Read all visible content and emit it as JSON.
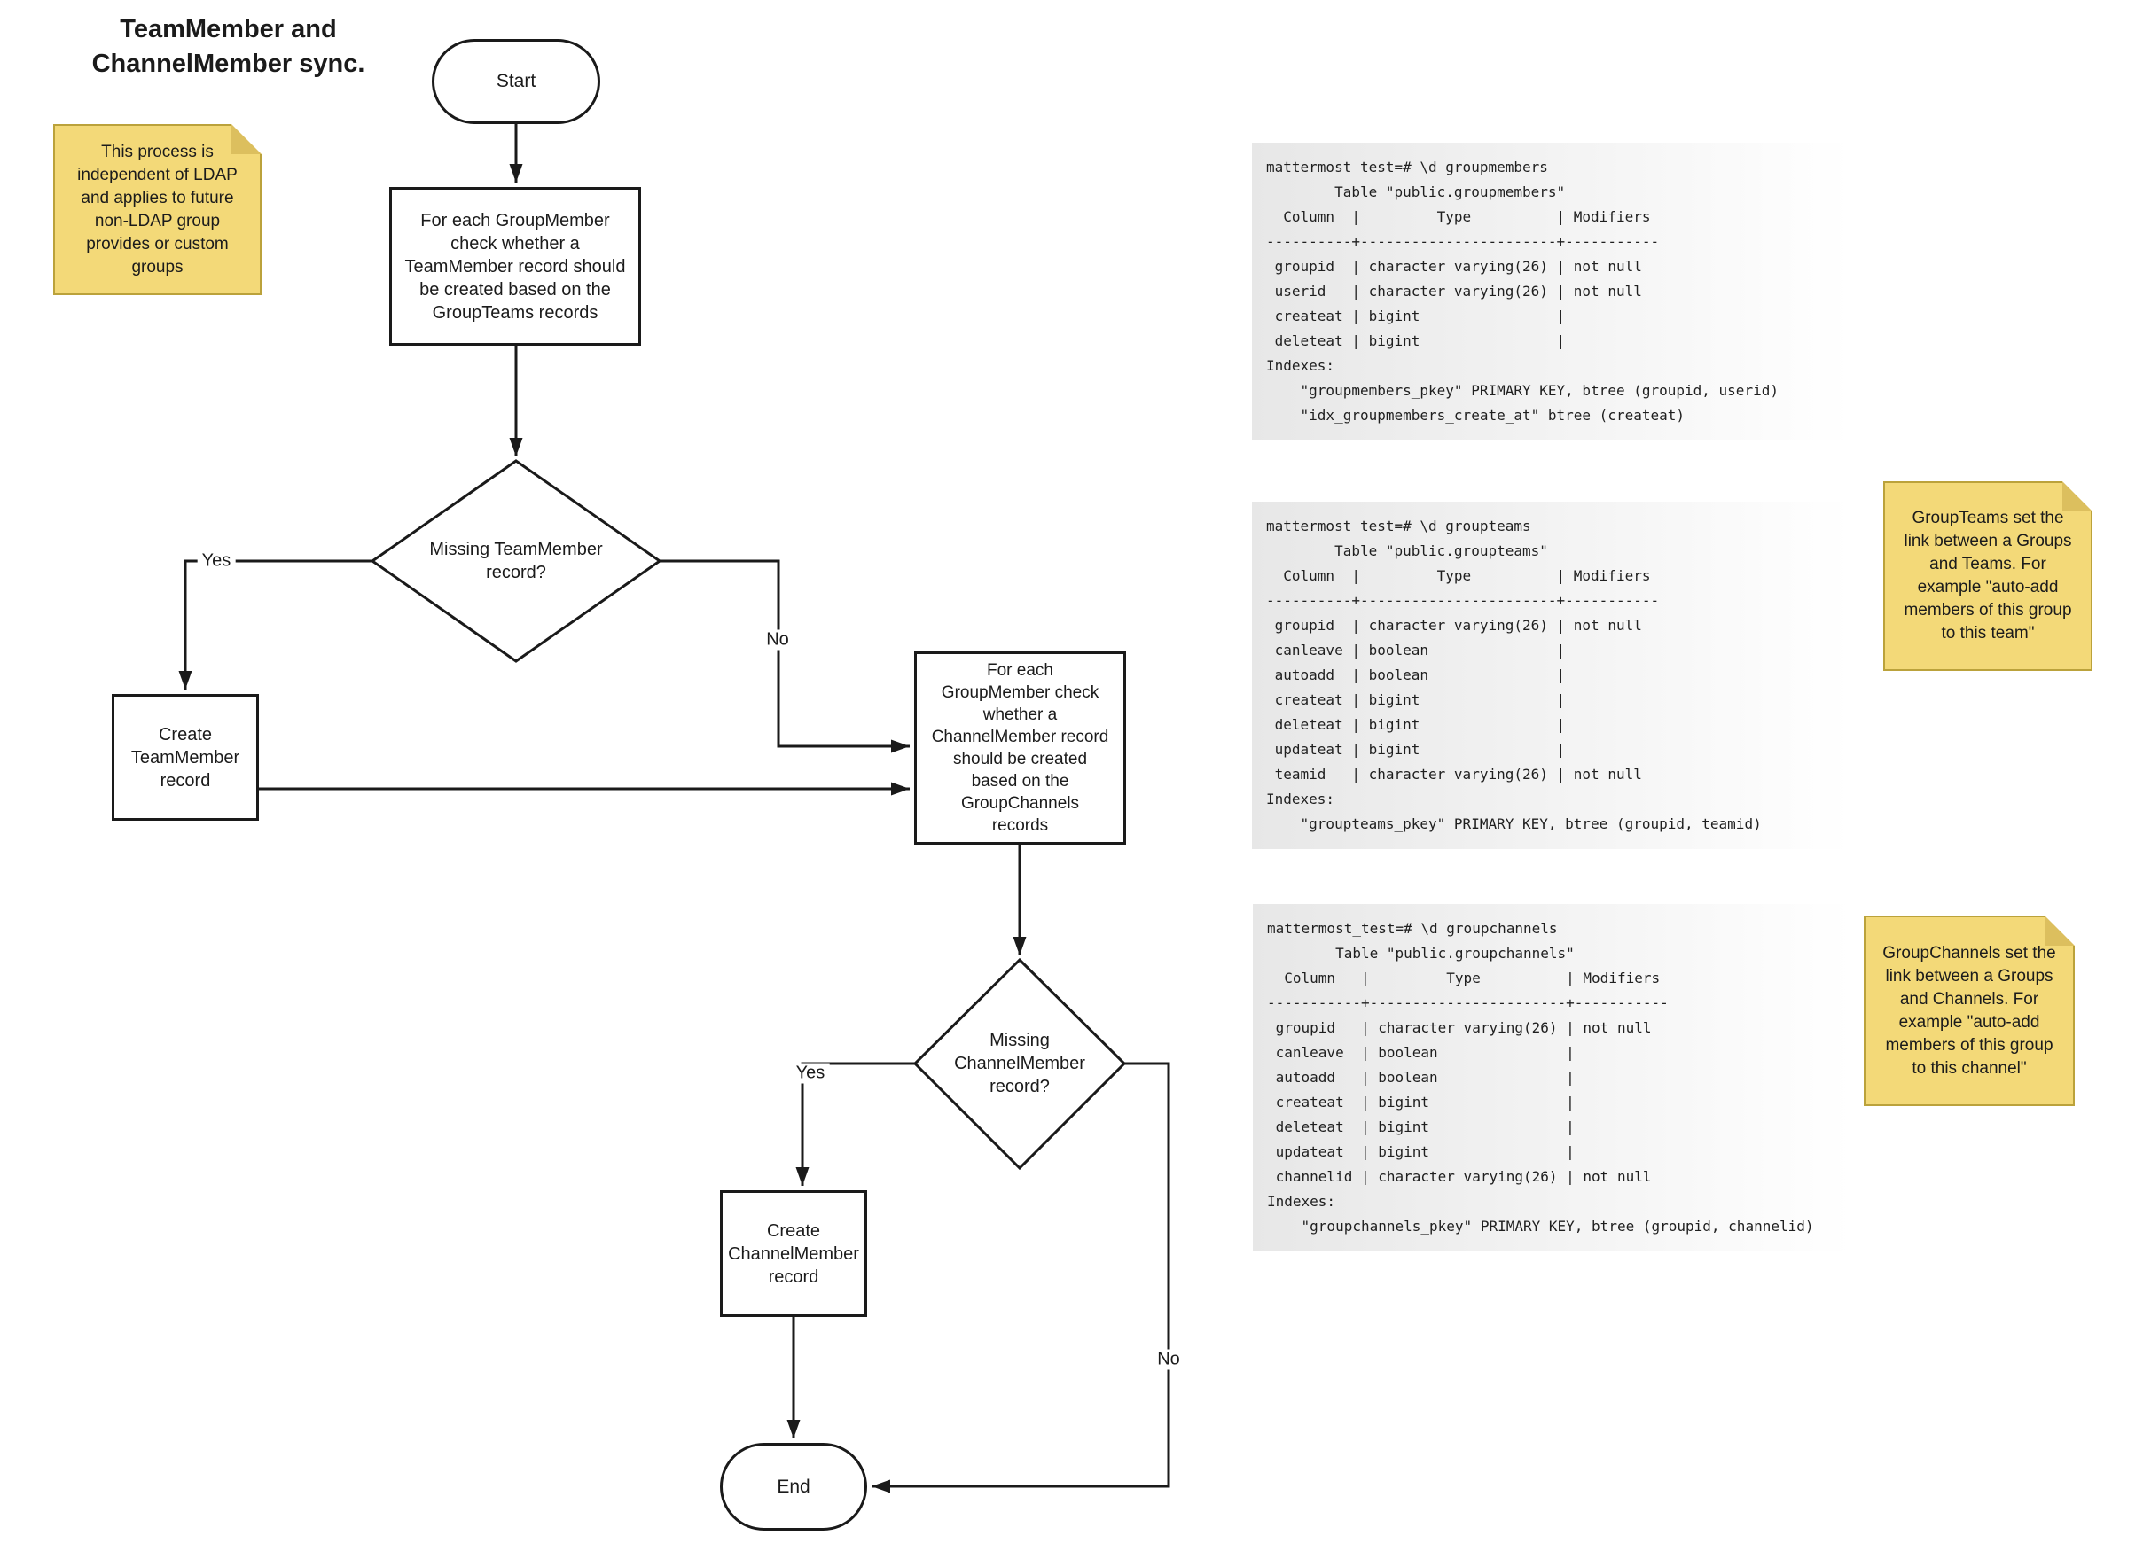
{
  "title": "TeamMember and\nChannelMember sync.",
  "flowchart": {
    "start": "Start",
    "process1": "For each GroupMember\ncheck whether a\nTeamMember record should\nbe created based on the\nGroupTeams records",
    "decision1": "Missing TeamMember\nrecord?",
    "create_teammember": "Create\nTeamMember\nrecord",
    "process2": "For each\nGroupMember check\nwhether a\nChannelMember record\nshould be created\nbased on the\nGroupChannels\nrecords",
    "decision2": "Missing\nChannelMember\nrecord?",
    "create_channelmember": "Create\nChannelMember\nrecord",
    "end": "End",
    "labels": {
      "yes1": "Yes",
      "no1": "No",
      "yes2": "Yes",
      "no2": "No"
    }
  },
  "notes": {
    "ldap": "This process is\nindependent of LDAP\nand applies to future\nnon-LDAP group\nprovides or custom\ngroups",
    "groupteams": "GroupTeams set the\nlink between a Groups\nand Teams. For\nexample \"auto-add\nmembers of this group\nto this team\"",
    "groupchannels": "GroupChannels set the\nlink between a Groups\nand Channels. For\nexample \"auto-add\nmembers of this group\nto this channel\""
  },
  "code_blocks": {
    "groupmembers": "mattermost_test=# \\d groupmembers\n        Table \"public.groupmembers\"\n  Column  |         Type          | Modifiers\n----------+-----------------------+-----------\n groupid  | character varying(26) | not null\n userid   | character varying(26) | not null\n createat | bigint                |\n deleteat | bigint                |\nIndexes:\n    \"groupmembers_pkey\" PRIMARY KEY, btree (groupid, userid)\n    \"idx_groupmembers_create_at\" btree (createat)",
    "groupteams": "mattermost_test=# \\d groupteams\n        Table \"public.groupteams\"\n  Column  |         Type          | Modifiers\n----------+-----------------------+-----------\n groupid  | character varying(26) | not null\n canleave | boolean               |\n autoadd  | boolean               |\n createat | bigint                |\n deleteat | bigint                |\n updateat | bigint                |\n teamid   | character varying(26) | not null\nIndexes:\n    \"groupteams_pkey\" PRIMARY KEY, btree (groupid, teamid)",
    "groupchannels": "mattermost_test=# \\d groupchannels\n        Table \"public.groupchannels\"\n  Column   |         Type          | Modifiers\n-----------+-----------------------+-----------\n groupid   | character varying(26) | not null\n canleave  | boolean               |\n autoadd   | boolean               |\n createat  | bigint                |\n deleteat  | bigint                |\n updateat  | bigint                |\n channelid | character varying(26) | not null\nIndexes:\n    \"groupchannels_pkey\" PRIMARY KEY, btree (groupid, channelid)"
  },
  "colors": {
    "line": "#1a1a1a",
    "note-fill": "#F3D978",
    "note-border": "#BBA23B",
    "note-fold": "#DCBF5E",
    "code-bg": "#E7E7E7"
  }
}
